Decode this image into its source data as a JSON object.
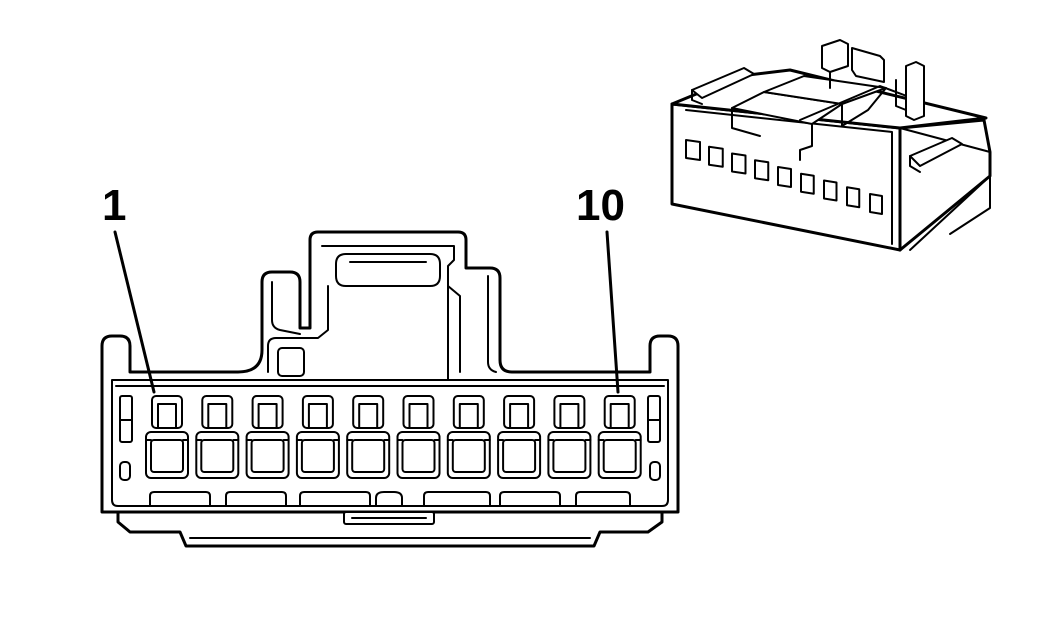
{
  "labels": {
    "pin_first": "1",
    "pin_last": "10"
  },
  "connector": {
    "pin_count": 10,
    "line_color": "#000000",
    "fill_color": "#ffffff"
  },
  "perspective": {
    "visible_cavities": 9
  }
}
